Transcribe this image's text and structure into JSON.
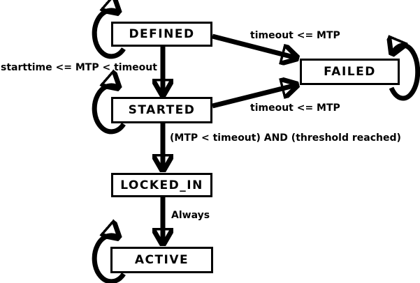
{
  "diagram": {
    "type": "state-machine",
    "background_color": "#ffffff",
    "line_color": "#000000",
    "state_fill_color": "#ffffff",
    "text_color": "#000000",
    "states": [
      {
        "label": "DEFINED",
        "self_loop": true
      },
      {
        "label": "STARTED",
        "self_loop": true
      },
      {
        "label": "FAILED",
        "self_loop": true
      },
      {
        "label": "LOCKED_IN",
        "self_loop": false
      },
      {
        "label": "ACTIVE",
        "self_loop": true
      }
    ],
    "transitions": [
      {
        "from": "DEFINED",
        "to": "STARTED",
        "label": "starttime <= MTP < timeout"
      },
      {
        "from": "DEFINED",
        "to": "FAILED",
        "label": "timeout <= MTP"
      },
      {
        "from": "STARTED",
        "to": "FAILED",
        "label": "timeout <= MTP"
      },
      {
        "from": "STARTED",
        "to": "LOCKED_IN",
        "label": "(MTP < timeout) AND (threshold reached)"
      },
      {
        "from": "LOCKED_IN",
        "to": "ACTIVE",
        "label": "Always"
      },
      {
        "from": "DEFINED",
        "to": "DEFINED",
        "label": ""
      },
      {
        "from": "STARTED",
        "to": "STARTED",
        "label": ""
      },
      {
        "from": "FAILED",
        "to": "FAILED",
        "label": ""
      },
      {
        "from": "ACTIVE",
        "to": "ACTIVE",
        "label": ""
      }
    ]
  }
}
